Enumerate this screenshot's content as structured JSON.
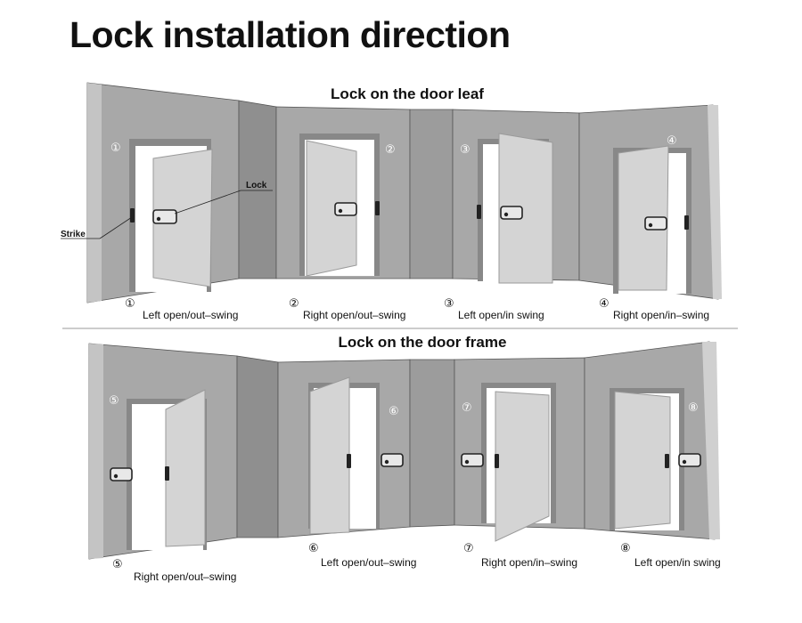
{
  "title": "Lock installation direction",
  "sections": [
    {
      "heading": "Lock on the door leaf",
      "callouts": {
        "lock": "Lock",
        "strike": "Strike"
      },
      "panels": [
        {
          "number": "①",
          "caption": "Left open/out–swing"
        },
        {
          "number": "②",
          "caption": "Right open/out–swing"
        },
        {
          "number": "③",
          "caption": "Left open/in swing"
        },
        {
          "number": "④",
          "caption": "Right open/in–swing"
        }
      ]
    },
    {
      "heading": "Lock on the door frame",
      "panels": [
        {
          "number": "⑤",
          "caption": "Right open/out–swing"
        },
        {
          "number": "⑥",
          "caption": "Left open/out–swing"
        },
        {
          "number": "⑦",
          "caption": "Right open/in–swing"
        },
        {
          "number": "⑧",
          "caption": "Left open/in swing"
        }
      ]
    }
  ],
  "colors": {
    "wall": "#a8a8a8",
    "wall_dark": "#8f8f8f",
    "wall_light": "#c4c4c4",
    "door": "#d4d4d4",
    "door_edge": "#9a9a9a",
    "opening": "#ffffff",
    "outline": "#3a3a3a"
  }
}
